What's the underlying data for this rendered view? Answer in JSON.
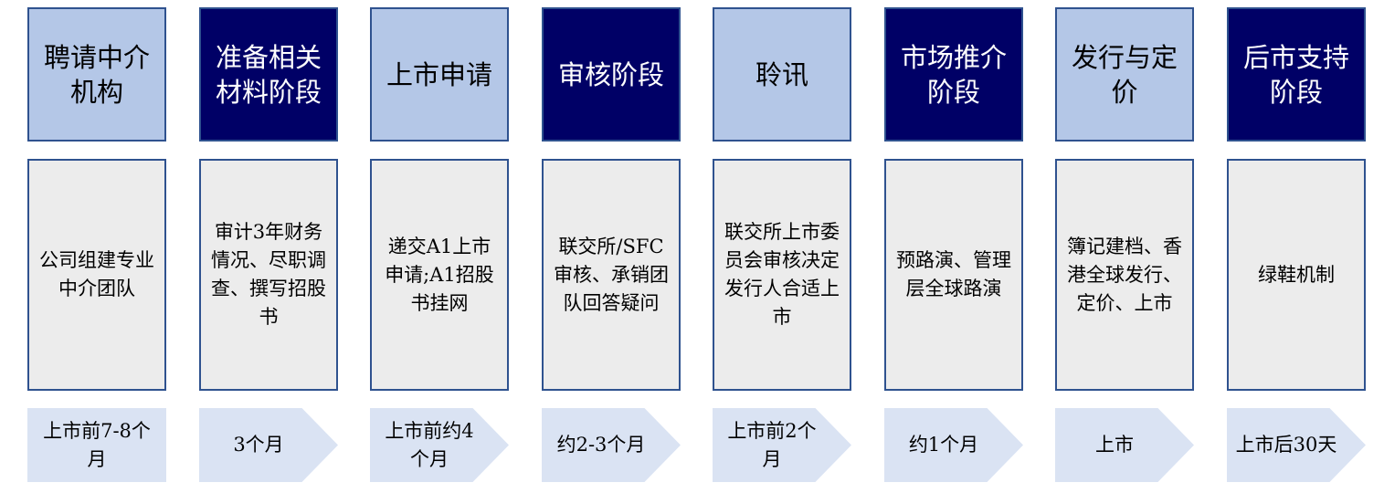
{
  "colors": {
    "light_header": "#b4c7e7",
    "dark_header": "#000066",
    "body": "#ececec",
    "arrow": "#dae3f3",
    "border": "#2f528f"
  },
  "stages": [
    {
      "title": "聘请中介机构",
      "description": "公司组建专业中介团队",
      "timing": "上市前7-8个月",
      "style": "light"
    },
    {
      "title": "准备相关材料阶段",
      "description": "审计3年财务情况、尽职调查、撰写招股书",
      "timing": "3个月",
      "style": "dark"
    },
    {
      "title": "上市申请",
      "description": "递交A1上市申请;A1招股书挂网",
      "timing": "上市前约4个月",
      "style": "light"
    },
    {
      "title": "审核阶段",
      "description": "联交所/SFC审核、承销团队回答疑问",
      "timing": "约2-3个月",
      "style": "dark"
    },
    {
      "title": "聆讯",
      "description": "联交所上市委员会审核决定发行人合适上市",
      "timing": "上市前2个月",
      "style": "light"
    },
    {
      "title": "市场推介阶段",
      "description": "预路演、管理层全球路演",
      "timing": "约1个月",
      "style": "dark"
    },
    {
      "title": "发行与定价",
      "description": "簿记建档、香港全球发行、定价、上市",
      "timing": "上市",
      "style": "light"
    },
    {
      "title": "后市支持阶段",
      "description": "绿鞋机制",
      "timing": "上市后30天",
      "style": "dark"
    }
  ]
}
